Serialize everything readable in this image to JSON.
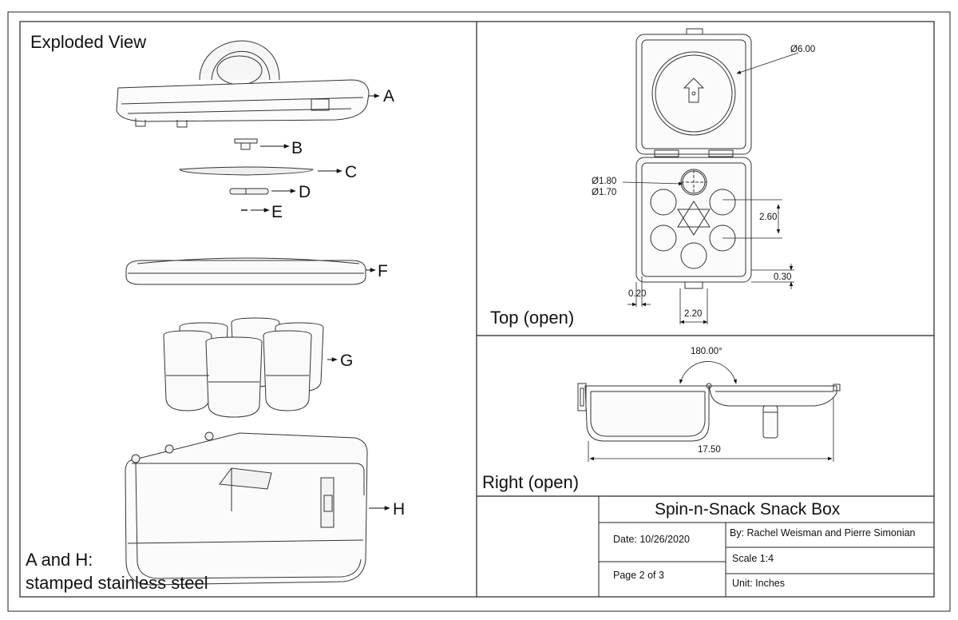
{
  "views": {
    "exploded": {
      "title": "Exploded View",
      "callouts": [
        "A",
        "B",
        "C",
        "D",
        "E",
        "F",
        "G",
        "H"
      ],
      "material_note_line1": "A and H:",
      "material_note_line2": "stamped stainless steel"
    },
    "top": {
      "title": "Top (open)",
      "dimensions": {
        "lid_diameter": "Ø6.00",
        "hole_outer": "Ø1.80",
        "hole_inner": "Ø1.70",
        "vertical_spacing": "2.60",
        "latch_offset": "0.30",
        "edge_offset": "0.20",
        "latch_width": "2.20"
      }
    },
    "right": {
      "title": "Right (open)",
      "dimensions": {
        "open_angle": "180.00°",
        "overall_length": "17.50"
      }
    }
  },
  "title_block": {
    "title": "Spin-n-Snack Snack Box",
    "date": "Date: 10/26/2020",
    "authors": "By: Rachel Weisman and Pierre Simonian",
    "scale": "Scale 1:4",
    "page": "Page 2 of 3",
    "unit": "Unit: Inches"
  }
}
